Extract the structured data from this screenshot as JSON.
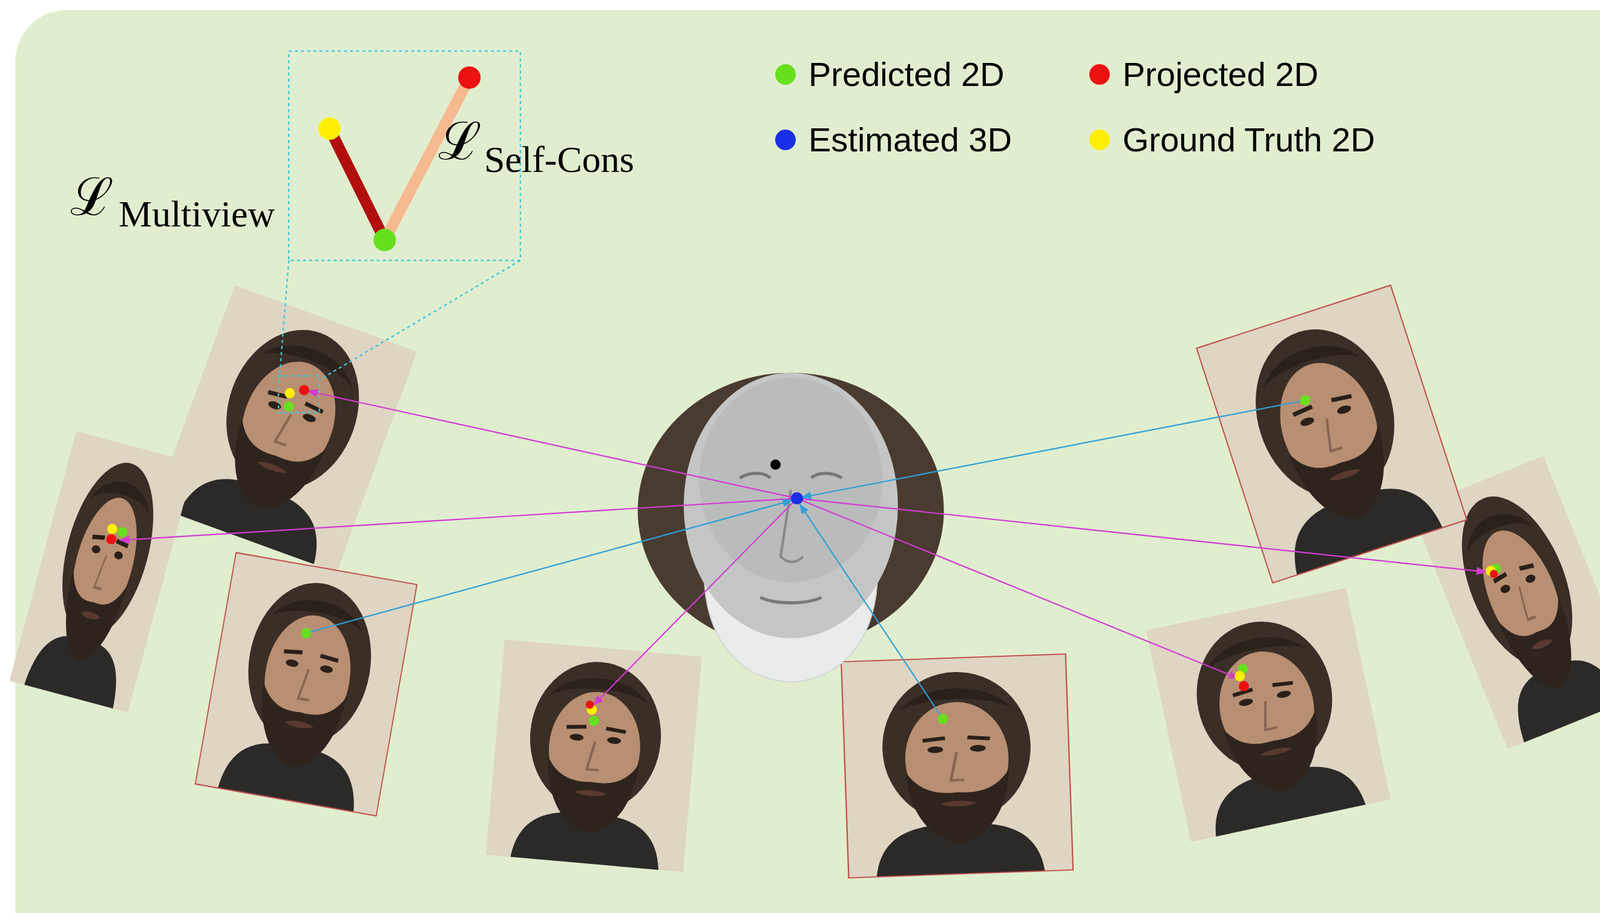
{
  "diagram": {
    "labels": [
      "ℒ",
      "Multiview",
      "ℒ",
      "Self-Cons"
    ],
    "legend": [
      {
        "text": "Predicted 2D",
        "color": "#66e01e"
      },
      {
        "text": "Projected 2D",
        "color": "#ee1111"
      },
      {
        "text": "Estimated 3D",
        "color": "#1a2ee8"
      },
      {
        "text": "Ground Truth 2D",
        "color": "#ffee00"
      }
    ]
  }
}
